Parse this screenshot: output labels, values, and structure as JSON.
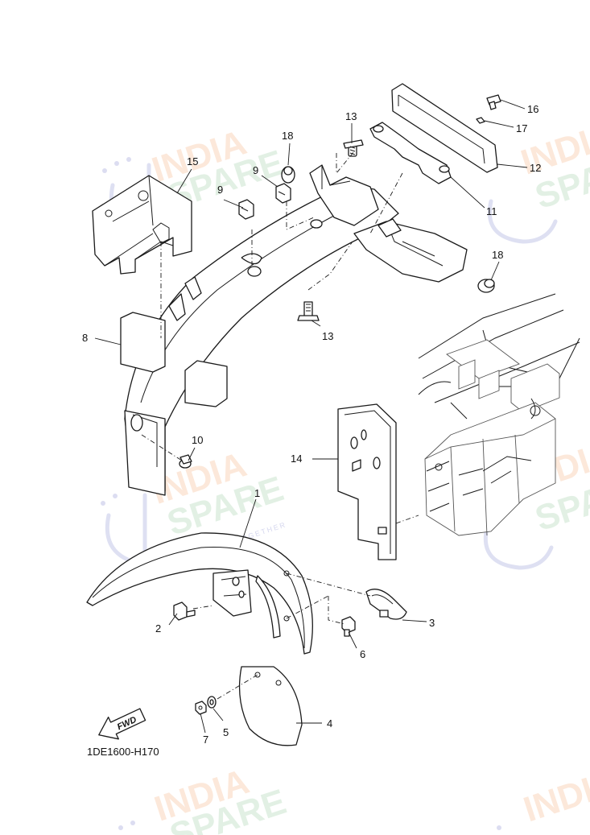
{
  "colors": {
    "line": "#1a1a1a",
    "watermark_orange": "#f29a5a",
    "watermark_green": "#7fc08a",
    "watermark_blue": "#8a8fd0"
  },
  "watermark": {
    "word1": "INDIA",
    "word2": "SPARE",
    "tagline": "REBUILD TOGETHER"
  },
  "callouts": {
    "p1": "1",
    "p2": "2",
    "p3": "3",
    "p4": "4",
    "p5": "5",
    "p6": "6",
    "p7": "7",
    "p8": "8",
    "p9a": "9",
    "p9b": "9",
    "p10": "10",
    "p11": "11",
    "p12": "12",
    "p13a": "13",
    "p13b": "13",
    "p14": "14",
    "p15": "15",
    "p16": "16",
    "p17": "17",
    "p18a": "18",
    "p18b": "18"
  },
  "fwd_label": "FWD",
  "diagram_code": "1DE1600-H170"
}
